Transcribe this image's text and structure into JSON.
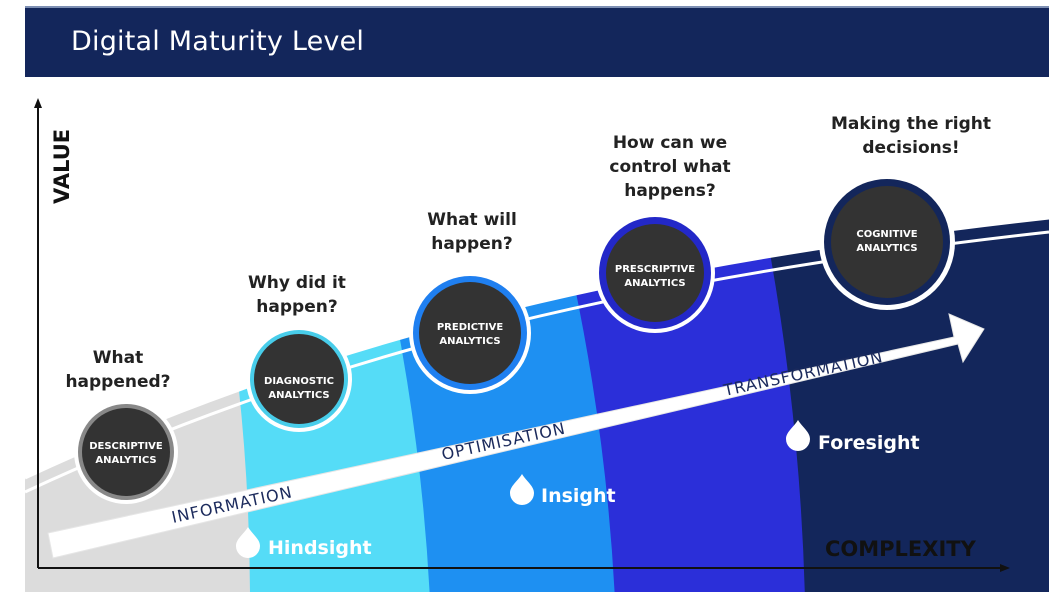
{
  "header": {
    "title": "Digital Maturity Level"
  },
  "axes": {
    "y_label": "VALUE",
    "x_label": "COMPLEXITY"
  },
  "stages": [
    {
      "id": "descriptive",
      "label_line1": "DESCRIPTIVE",
      "label_line2": "ANALYTICS",
      "question_lines": [
        "What",
        "happened?"
      ],
      "band_color": "#dcdcdc"
    },
    {
      "id": "diagnostic",
      "label_line1": "DIAGNOSTIC",
      "label_line2": "ANALYTICS",
      "question_lines": [
        "Why did it",
        "happen?"
      ],
      "band_color": "#55dcf7"
    },
    {
      "id": "predictive",
      "label_line1": "PREDICTIVE",
      "label_line2": "ANALYTICS",
      "question_lines": [
        "What will",
        "happen?"
      ],
      "band_color": "#1e90f2"
    },
    {
      "id": "prescriptive",
      "label_line1": "PRESCRIPTIVE",
      "label_line2": "ANALYTICS",
      "question_lines": [
        "How can we",
        "control what",
        "happens?"
      ],
      "band_color": "#2b2fd9"
    },
    {
      "id": "cognitive",
      "label_line1": "COGNITIVE",
      "label_line2": "ANALYTICS",
      "question_lines": [
        "Making the right",
        "decisions!"
      ],
      "band_color": "#13265b"
    }
  ],
  "arrow_labels": {
    "information": "INFORMATION",
    "optimisation": "OPTIMISATION",
    "transformation": "TRANSFORMATION"
  },
  "sights": {
    "hindsight": "Hindsight",
    "insight": "Insight",
    "foresight": "Foresight"
  },
  "colors": {
    "header_bg": "#13265b",
    "circle_fill": "#333333",
    "circle_ring": "#1f7ff0"
  }
}
